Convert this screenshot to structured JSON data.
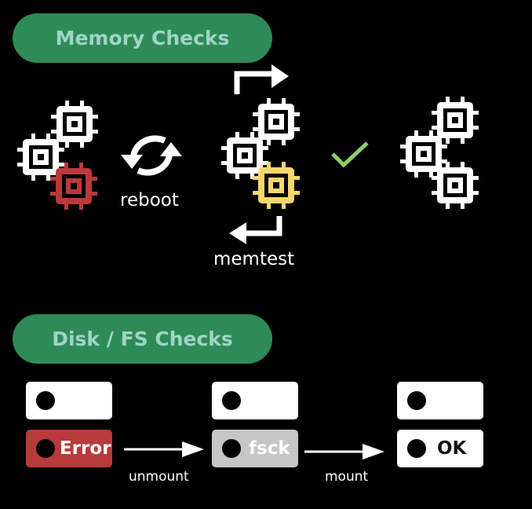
{
  "sections": {
    "memory": {
      "title": "Memory Checks",
      "reboot_label": "reboot",
      "memtest_label": "memtest"
    },
    "disk": {
      "title": "Disk / FS Checks",
      "unmount_label": "unmount",
      "mount_label": "mount",
      "states": [
        {
          "status": "Error",
          "color": "#b83a3a"
        },
        {
          "status": "fsck",
          "color": "#c6c6c6"
        },
        {
          "status": "OK",
          "color": "#ffffff"
        }
      ]
    }
  },
  "colors": {
    "pill_bg": "#2e8b57",
    "pill_text": "#9fd5c6",
    "chip_default": "#ffffff",
    "chip_faulty": "#b83a3a",
    "chip_testing": "#f5d76e",
    "check": "#8fce6a"
  },
  "icons": {
    "chip": "cpu-chip-icon",
    "reboot": "refresh-icon",
    "check": "checkmark-icon",
    "arrow": "arrow-right-icon"
  }
}
